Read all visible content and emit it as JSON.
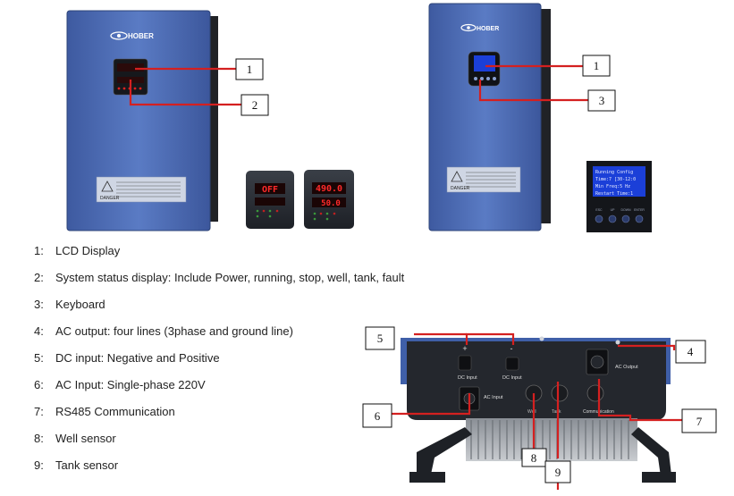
{
  "callouts": [
    "1",
    "2",
    "1",
    "3",
    "5",
    "4",
    "6",
    "7",
    "8",
    "9"
  ],
  "legend": [
    {
      "num": "1:",
      "text": "LCD Display"
    },
    {
      "num": "2:",
      "text": "System status display:   Include Power, running, stop, well, tank, fault"
    },
    {
      "num": "3:",
      "text": "Keyboard"
    },
    {
      "num": "4:",
      "text": "AC output: four lines (3phase and ground line)"
    },
    {
      "num": "5:",
      "text": "DC input: Negative and Positive"
    },
    {
      "num": "6:",
      "text": "AC Input: Single-phase 220V"
    },
    {
      "num": "7:",
      "text": "RS485 Communication"
    },
    {
      "num": "8:",
      "text": "Well sensor"
    },
    {
      "num": "9:",
      "text": "Tank sensor"
    }
  ],
  "device": {
    "brand": "HOBER",
    "danger": "DANGER"
  },
  "panels": {
    "left_display": "OFF",
    "right_display_top": "490.0",
    "right_display_bottom": "50.0"
  },
  "lcd": {
    "lines": [
      "Running Config",
      "Time:7 [30-12:0",
      "Min Freq:5 Hz",
      "Restart Time:1"
    ],
    "keys": [
      "ESC",
      "UP",
      "DOWN",
      "ENTER"
    ]
  },
  "ports": {
    "dc_input_1": "DC Input",
    "dc_input_2": "DC Input",
    "ac_input": "AC Input",
    "ac_output": "AC Output",
    "communication": "Communication",
    "well": "Well",
    "tank": "Tank",
    "plus": "+",
    "minus": "-"
  },
  "colors": {
    "callout_line": "#d42020",
    "device_blue": "#4b6bb0",
    "device_dark": "#2a2f3a"
  }
}
